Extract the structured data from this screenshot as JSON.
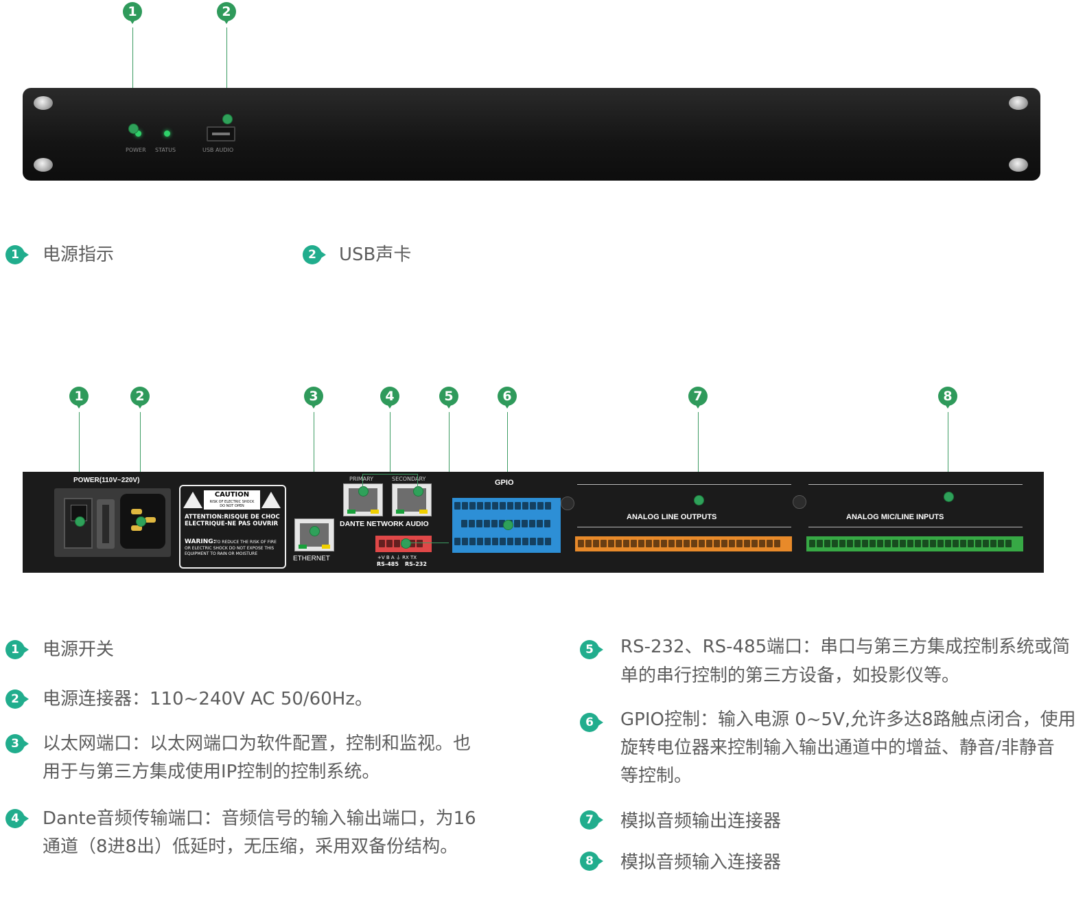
{
  "front_panel": {
    "markers": [
      "1",
      "2"
    ],
    "labels": {
      "power": "POWER",
      "status": "STATUS",
      "usb": "USB AUDIO"
    }
  },
  "front_legend": [
    {
      "num": "1",
      "text": "电源指示"
    },
    {
      "num": "2",
      "text": "USB声卡"
    }
  ],
  "rear_panel": {
    "markers": [
      "1",
      "2",
      "3",
      "4",
      "5",
      "6",
      "7",
      "8"
    ],
    "power_label": "POWER(110V~220V)",
    "caution": {
      "title": "CAUTION",
      "sub1": "RISK OF ELECTRIC SHOCK",
      "sub2": "DO NOT OPEN",
      "attention1": "ATTENTION:RISQUE DE CHOC",
      "attention2": "ELECTRIQUE-NE PAS OUVRIR",
      "warning_head": "WARING:",
      "warning1": "TO REDUCE THE RISK OF FIRE",
      "warning2": "OR ELECTRIC SHOCK DO NOT EXPOSE THIS",
      "warning3": "EQUIPMENT TO RAIN OR MOISTURE"
    },
    "ethernet": "ETHERNET",
    "primary": "PRIMARY",
    "secondary": "SECONDARY",
    "dante": "DANTE NETWORK AUDIO",
    "serial_pins": "+V  B   A  ⏚  RX  TX",
    "rs485": "RS-485",
    "rs232": "RS-232",
    "gpio": "GPIO",
    "outputs": "ANALOG LINE OUTPUTS",
    "inputs": "ANALOG MIC/LINE INPUTS"
  },
  "rear_legend_left": [
    {
      "num": "1",
      "lines": [
        "电源开关"
      ]
    },
    {
      "num": "2",
      "lines": [
        "电源连接器：110~240V AC 50/60Hz。"
      ]
    },
    {
      "num": "3",
      "lines": [
        "以太网端口：以太网端口为软件配置，控制和监视。也",
        "用于与第三方集成使用IP控制的控制系统。"
      ]
    },
    {
      "num": "4",
      "lines": [
        "Dante音频传输端口：音频信号的输入输出端口，为16",
        "通道（8进8出）低延时，无压缩，采用双备份结构。"
      ]
    }
  ],
  "rear_legend_right": [
    {
      "num": "5",
      "lines": [
        "RS-232、RS-485端口：串口与第三方集成控制系统或简",
        "单的串行控制的第三方设备，如投影仪等。"
      ]
    },
    {
      "num": "6",
      "lines": [
        "GPIO控制：输入电源 0~5V,允许多达8路触点闭合，使用",
        "旋转电位器来控制输入输出通道中的增益、静音/非静音",
        "等控制。"
      ]
    },
    {
      "num": "7",
      "lines": [
        "模拟音频输出连接器"
      ]
    },
    {
      "num": "8",
      "lines": [
        "模拟音频输入连接器"
      ]
    }
  ],
  "colors": {
    "marker": "#2f9a5b",
    "legend_badge": "#21ad8d",
    "gpio_block": "#2d8fd6",
    "output_block": "#e88a2a",
    "input_block": "#37a945",
    "serial_block": "#e04848"
  }
}
